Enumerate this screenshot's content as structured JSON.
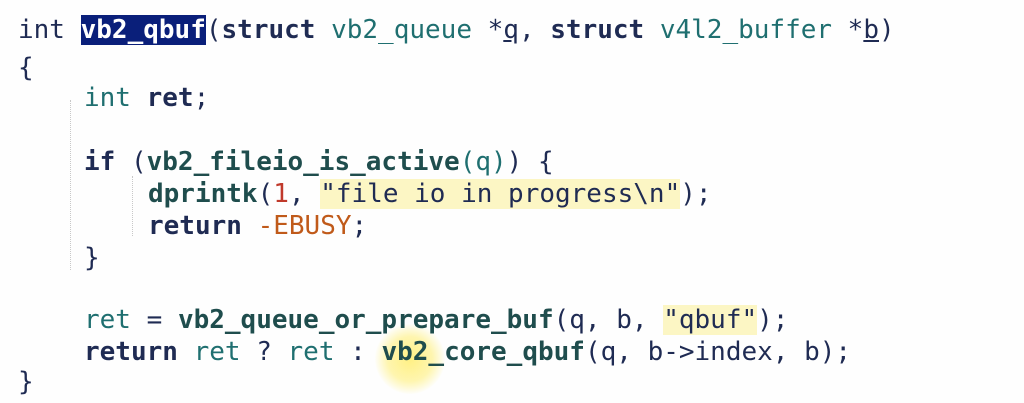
{
  "code": {
    "l1": {
      "t_int": "int ",
      "t_name": "vb2_qbuf",
      "t_open": "(",
      "t_struct1": "struct ",
      "t_queue": "vb2_queue",
      "t_star_q": " *",
      "t_q": "q",
      "t_comma": ", ",
      "t_struct2": "struct ",
      "t_buffer": "v4l2_buffer",
      "t_star_b": " *",
      "t_b": "b",
      "t_close": ")"
    },
    "l2": {
      "t_brace": "{"
    },
    "l3": {
      "t_int": "int ",
      "t_ret": "ret",
      "t_semi": ";"
    },
    "l5": {
      "t_if": "if ",
      "t_open": "(",
      "t_fn": "vb2_fileio_is_active",
      "t_args": "(q)",
      "t_close": ") {"
    },
    "l6": {
      "t_fn": "dprintk",
      "t_open": "(",
      "t_num": "1",
      "t_comma": ", ",
      "t_str": "\"file io in progress\\n\"",
      "t_close": ");"
    },
    "l7": {
      "t_ret": "return ",
      "t_const": "-EBUSY",
      "t_semi": ";"
    },
    "l8": {
      "t_brace": "}"
    },
    "l10": {
      "t_ret": "ret",
      "t_eq": " = ",
      "t_fn": "vb2_queue_or_prepare_buf",
      "t_open": "(q, b, ",
      "t_str": "\"qbuf\"",
      "t_close": ");"
    },
    "l11": {
      "t_return": "return ",
      "t_ret1": "ret",
      "t_q": " ? ",
      "t_ret2": "ret",
      "t_colon": " : ",
      "t_fn": "vb2_core_qbuf",
      "t_args": "(q, b->index, b);"
    },
    "l12": {
      "t_brace": "}"
    }
  }
}
